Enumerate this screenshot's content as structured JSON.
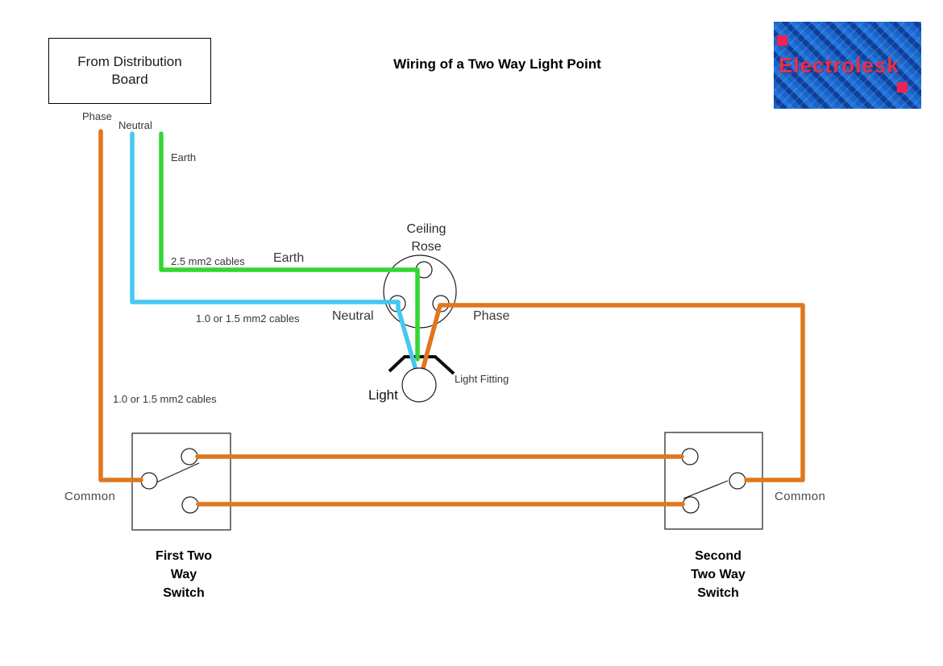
{
  "title": "Wiring of a Two Way Light Point",
  "colors": {
    "phase_wire": "#E0761E",
    "neutral_wire": "#45C8F0",
    "earth_wire": "#33D633",
    "logo_background": "#1863C6",
    "logo_text": "#E73049",
    "logo_square": "#F0224E"
  },
  "logo": {
    "brand": "Electrolesk"
  },
  "distribution_board": {
    "line1": "From Distribution",
    "line2": "Board"
  },
  "supply_labels": {
    "phase": "Phase",
    "neutral": "Neutral",
    "earth": "Earth"
  },
  "cable_labels": {
    "earth_run": "2.5 mm2 cables",
    "neutral_run": "1.0 or 1.5 mm2 cables",
    "switch_run": "1.0 or 1.5 mm2 cables"
  },
  "ceiling_rose": {
    "line1": "Ceiling",
    "line2": "Rose",
    "earth": "Earth",
    "neutral": "Neutral",
    "phase": "Phase"
  },
  "light": {
    "fitting": "Light Fitting",
    "label": "Light"
  },
  "switches": {
    "first": {
      "common": "Common",
      "line1": "First Two",
      "line2": "Way",
      "line3": "Switch"
    },
    "second": {
      "common": "Common",
      "line1": "Second",
      "line2": "Two Way",
      "line3": "Switch"
    }
  }
}
